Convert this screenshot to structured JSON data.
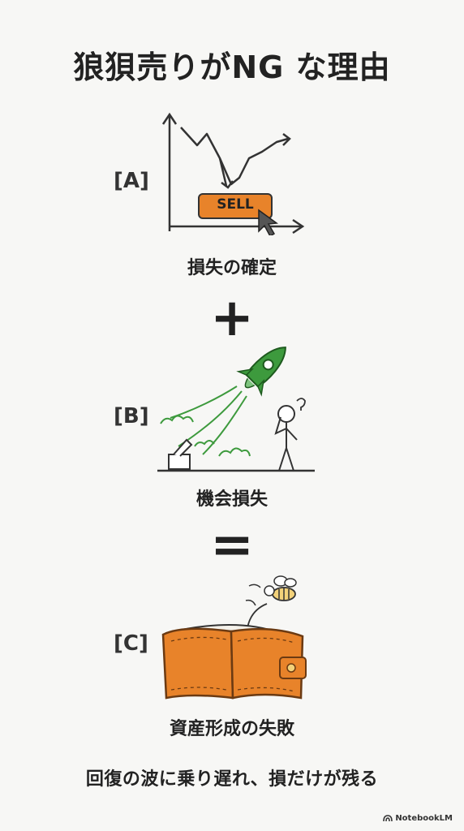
{
  "title": "狼狽売りがNG な理由",
  "sections": [
    {
      "label": "[A]",
      "caption": "損失の確定",
      "button": "SELL"
    },
    {
      "label": "[B]",
      "caption": "機会損失"
    },
    {
      "label": "[C]",
      "caption": "資産形成の失敗"
    }
  ],
  "operators": {
    "plus": "+",
    "equals": "="
  },
  "footer": "回復の波に乗り遅れ、損だけが残る",
  "brand": "NotebookLM",
  "colors": {
    "accent_orange": "#e8832a",
    "accent_green": "#3d9a3d",
    "ink": "#222222"
  }
}
